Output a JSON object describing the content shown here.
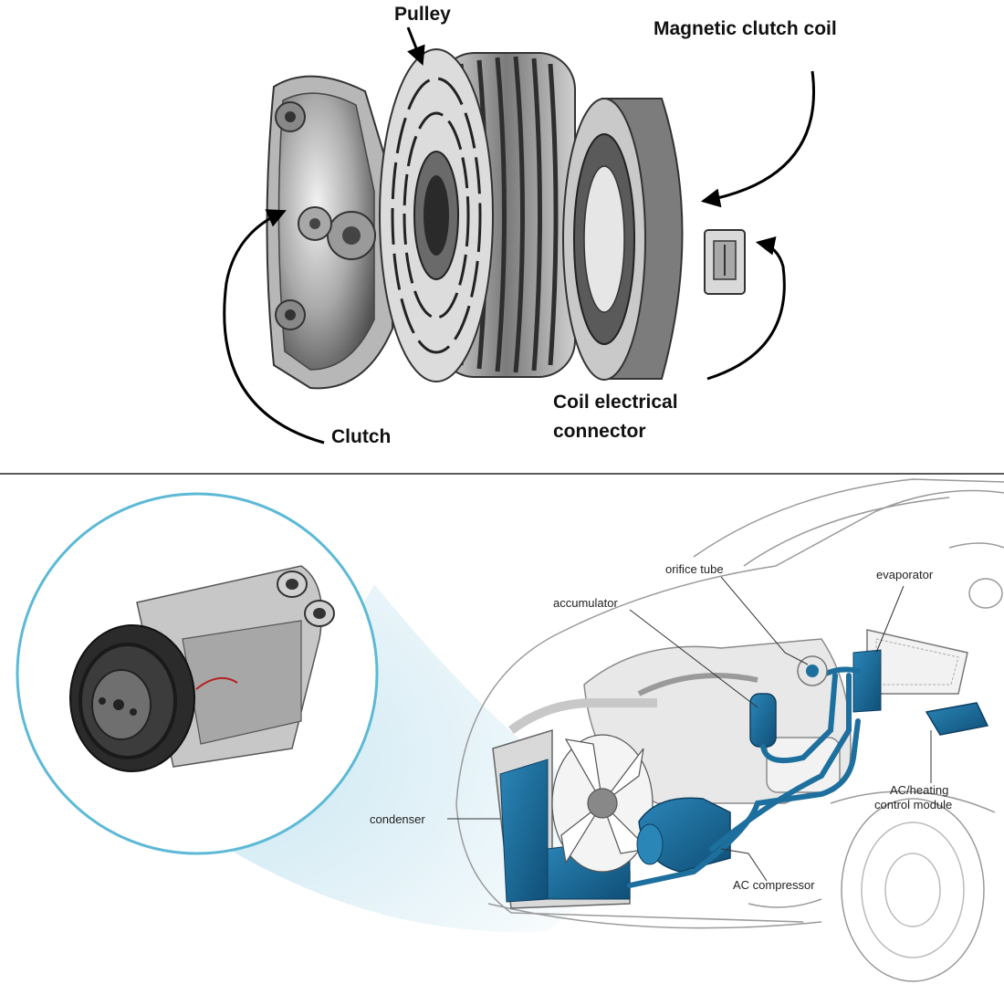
{
  "top_panel": {
    "labels": {
      "pulley": "Pulley",
      "magnetic_clutch_coil": "Magnetic clutch coil",
      "clutch": "Clutch",
      "coil_connector_line1": "Coil electrical",
      "coil_connector_line2": "connector"
    }
  },
  "bottom_panel": {
    "labels": {
      "orifice_tube": "orifice tube",
      "evaporator": "evaporator",
      "accumulator": "accumulator",
      "condenser": "condenser",
      "ac_heating_line1": "AC/heating",
      "ac_heating_line2": "control module",
      "ac_compressor": "AC compressor"
    }
  },
  "colors": {
    "ac_component_blue": "#1d6f9e",
    "inset_ring": "#5db9d6",
    "metal_gray": "#8c8c8c"
  }
}
